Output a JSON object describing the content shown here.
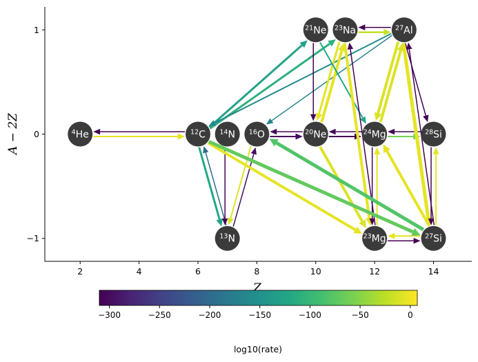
{
  "chart_data": {
    "type": "network",
    "xlabel": "Z",
    "ylabel": "A − 2Z",
    "xlim": [
      0.8,
      15.3
    ],
    "ylim": [
      -1.22,
      1.22
    ],
    "xticks": [
      2,
      4,
      6,
      8,
      10,
      12,
      14
    ],
    "yticks": [
      -1,
      0,
      1
    ],
    "ytick_labels": [
      "−1",
      "0",
      "1"
    ],
    "grid": false,
    "nodes": [
      {
        "id": "he4",
        "mass": "4",
        "symbol": "He",
        "x": 2,
        "y": 0
      },
      {
        "id": "c12",
        "mass": "12",
        "symbol": "C",
        "x": 6,
        "y": 0
      },
      {
        "id": "n13",
        "mass": "13",
        "symbol": "N",
        "x": 7,
        "y": -1
      },
      {
        "id": "n14",
        "mass": "14",
        "symbol": "N",
        "x": 7,
        "y": 0
      },
      {
        "id": "o16",
        "mass": "16",
        "symbol": "O",
        "x": 8,
        "y": 0
      },
      {
        "id": "ne20",
        "mass": "20",
        "symbol": "Ne",
        "x": 10,
        "y": 0
      },
      {
        "id": "ne21",
        "mass": "21",
        "symbol": "Ne",
        "x": 10,
        "y": 1
      },
      {
        "id": "na23",
        "mass": "23",
        "symbol": "Na",
        "x": 11,
        "y": 1
      },
      {
        "id": "mg23",
        "mass": "23",
        "symbol": "Mg",
        "x": 12,
        "y": -1
      },
      {
        "id": "mg24",
        "mass": "24",
        "symbol": "Mg",
        "x": 12,
        "y": 0
      },
      {
        "id": "al27",
        "mass": "27",
        "symbol": "Al",
        "x": 13,
        "y": 1
      },
      {
        "id": "si27",
        "mass": "27",
        "symbol": "Si",
        "x": 14,
        "y": -1
      },
      {
        "id": "si28",
        "mass": "28",
        "symbol": "Si",
        "x": 14,
        "y": 0
      }
    ],
    "edges": [
      {
        "from": "he4",
        "to": "c12",
        "log10_rate": -5,
        "width": 2
      },
      {
        "from": "c12",
        "to": "he4",
        "log10_rate": -310,
        "width": 1.5
      },
      {
        "from": "c12",
        "to": "n13",
        "log10_rate": -120,
        "width": 3
      },
      {
        "from": "n13",
        "to": "c12",
        "log10_rate": -200,
        "width": 1.5
      },
      {
        "from": "n14",
        "to": "n13",
        "log10_rate": -310,
        "width": 1.5
      },
      {
        "from": "n13",
        "to": "o16",
        "log10_rate": -300,
        "width": 1.5
      },
      {
        "from": "o16",
        "to": "n13",
        "log10_rate": -10,
        "width": 2
      },
      {
        "from": "o16",
        "to": "ne20",
        "log10_rate": -300,
        "width": 2
      },
      {
        "from": "ne20",
        "to": "o16",
        "log10_rate": -310,
        "width": 1.5
      },
      {
        "from": "c12",
        "to": "ne21",
        "log10_rate": -130,
        "width": 3
      },
      {
        "from": "c12",
        "to": "na23",
        "log10_rate": -110,
        "width": 3
      },
      {
        "from": "al27",
        "to": "c12",
        "log10_rate": -160,
        "width": 2
      },
      {
        "from": "al27",
        "to": "o16",
        "log10_rate": -170,
        "width": 1.5
      },
      {
        "from": "ne21",
        "to": "ne20",
        "log10_rate": -310,
        "width": 1.5
      },
      {
        "from": "ne20",
        "to": "na23",
        "log10_rate": -5,
        "width": 4
      },
      {
        "from": "na23",
        "to": "ne20",
        "log10_rate": -5,
        "width": 3
      },
      {
        "from": "ne21",
        "to": "mg24",
        "log10_rate": -120,
        "width": 2
      },
      {
        "from": "ne20",
        "to": "mg24",
        "log10_rate": -310,
        "width": 2
      },
      {
        "from": "mg24",
        "to": "ne20",
        "log10_rate": -310,
        "width": 1.5
      },
      {
        "from": "na23",
        "to": "al27",
        "log10_rate": -20,
        "width": 2.5
      },
      {
        "from": "al27",
        "to": "na23",
        "log10_rate": -310,
        "width": 1.5
      },
      {
        "from": "na23",
        "to": "mg23",
        "log10_rate": -5,
        "width": 4
      },
      {
        "from": "mg23",
        "to": "na23",
        "log10_rate": -310,
        "width": 1.5
      },
      {
        "from": "mg24",
        "to": "mg23",
        "log10_rate": -310,
        "width": 1.5
      },
      {
        "from": "mg23",
        "to": "mg24",
        "log10_rate": -5,
        "width": 2
      },
      {
        "from": "mg24",
        "to": "al27",
        "log10_rate": -10,
        "width": 4
      },
      {
        "from": "al27",
        "to": "mg24",
        "log10_rate": -10,
        "width": 4
      },
      {
        "from": "si28",
        "to": "mg24",
        "log10_rate": -310,
        "width": 1.5
      },
      {
        "from": "mg24",
        "to": "si28",
        "log10_rate": -60,
        "width": 2
      },
      {
        "from": "al27",
        "to": "si28",
        "log10_rate": -310,
        "width": 1.5
      },
      {
        "from": "al27",
        "to": "si27",
        "log10_rate": -5,
        "width": 5
      },
      {
        "from": "si27",
        "to": "al27",
        "log10_rate": -310,
        "width": 1.5
      },
      {
        "from": "si27",
        "to": "si28",
        "log10_rate": -5,
        "width": 2
      },
      {
        "from": "si28",
        "to": "si27",
        "log10_rate": -310,
        "width": 1.5
      },
      {
        "from": "si27",
        "to": "mg23",
        "log10_rate": -5,
        "width": 2
      },
      {
        "from": "mg23",
        "to": "si27",
        "log10_rate": -310,
        "width": 1.5
      },
      {
        "from": "si27",
        "to": "mg24",
        "log10_rate": -5,
        "width": 4
      },
      {
        "from": "ne20",
        "to": "mg23",
        "log10_rate": -10,
        "width": 4
      },
      {
        "from": "c12",
        "to": "mg23",
        "log10_rate": -5,
        "width": 4
      },
      {
        "from": "c12",
        "to": "si27",
        "log10_rate": -70,
        "width": 5
      },
      {
        "from": "si27",
        "to": "o16",
        "log10_rate": -80,
        "width": 5
      }
    ],
    "colorbar": {
      "label": "log10(rate)",
      "min": -310,
      "max": 7,
      "ticks": [
        -300,
        -250,
        -200,
        -150,
        -100,
        -50,
        0
      ],
      "tick_labels": [
        "−300",
        "−250",
        "−200",
        "−150",
        "−100",
        "−50",
        "0"
      ],
      "colormap": "viridis",
      "orientation": "horizontal"
    }
  },
  "colors": {
    "node_fill": "#3b3b3b",
    "node_text": "#ffffff",
    "axis": "#000000",
    "viridis_stops": [
      "#440154",
      "#482475",
      "#414487",
      "#355f8d",
      "#2a788e",
      "#21918c",
      "#22a884",
      "#44bf70",
      "#7ad151",
      "#bddf26",
      "#fde725"
    ]
  }
}
